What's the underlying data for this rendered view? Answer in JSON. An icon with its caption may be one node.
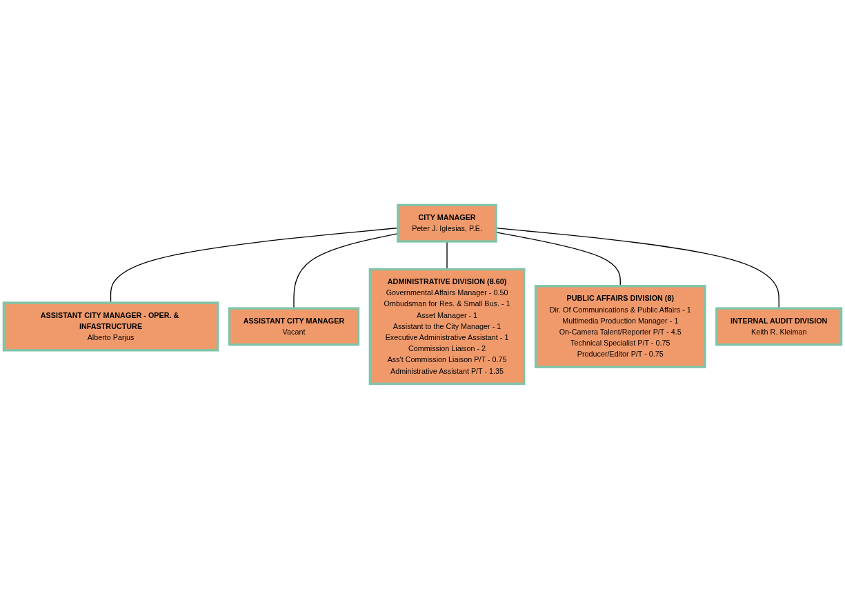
{
  "diagram": {
    "nodes": [
      {
        "text": [
          "CITY MANAGER",
          "Peter J. Iglesias, P.E."
        ]
      },
      {
        "text": [
          "ASSISTANT CITY MANAGER - OPER. & INFASTRUCTURE",
          "Alberto Parjus"
        ]
      },
      {
        "text": [
          "ASSISTANT CITY MANAGER",
          "Vacant"
        ]
      },
      {
        "text": [
          "ADMINISTRATIVE DIVISION (8.60)",
          "Governmental Affairs Manager - 0.50",
          "Ombudsman for Res. & Small Bus. - 1",
          "Asset Manager - 1",
          "Assistant to the City Manager - 1",
          "Executive Administrative Assistant - 1",
          "Commission Liaison - 2",
          "Ass't Commission Liaison P/T - 0.75",
          "Administrative Assistant P/T - 1.35"
        ]
      },
      {
        "text": [
          "PUBLIC AFFAIRS DIVISION (8)",
          "Dir. Of Communications & Public Affairs - 1",
          "Multimedia Production Manager - 1",
          "On-Camera Talent/Reporter P/T - 4.5",
          "Technical Specialist P/T - 0.75",
          "Producer/Editor P/T - 0.75"
        ]
      },
      {
        "text": [
          "INTERNAL AUDIT DIVISION",
          "Keith R. Kleiman"
        ]
      }
    ],
    "edges": [
      {
        "from": 0,
        "to": 1,
        "arrow": "none"
      },
      {
        "from": 0,
        "to": 2,
        "arrow": "none"
      },
      {
        "from": 0,
        "to": 3,
        "arrow": "none"
      },
      {
        "from": 0,
        "to": 4,
        "arrow": "none"
      },
      {
        "from": 0,
        "to": 5,
        "arrow": "none"
      }
    ]
  }
}
